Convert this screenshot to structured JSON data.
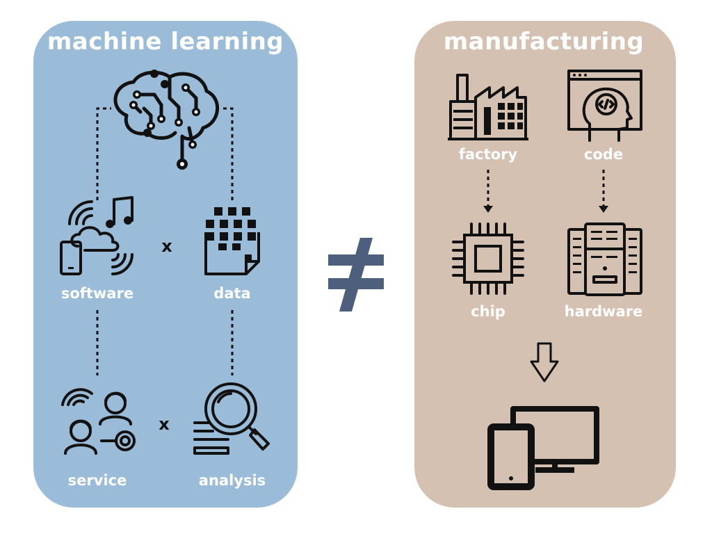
{
  "left_panel": {
    "title": "machine learning",
    "labels": {
      "software": "software",
      "data": "data",
      "service": "service",
      "analysis": "analysis"
    },
    "operator": "x",
    "color": "#9bbcd8"
  },
  "right_panel": {
    "title": "manufacturing",
    "labels": {
      "factory": "factory",
      "code": "code",
      "chip": "chip",
      "hardware": "hardware"
    },
    "color": "#d5c1b2"
  },
  "center_symbol": "not-equal",
  "icons": [
    "brain-circuit-icon",
    "cloud-music-icon",
    "data-grid-icon",
    "people-target-icon",
    "magnifier-analysis-icon",
    "factory-icon",
    "code-head-icon",
    "chip-icon",
    "server-hardware-icon",
    "down-arrow-icon",
    "devices-icon"
  ]
}
